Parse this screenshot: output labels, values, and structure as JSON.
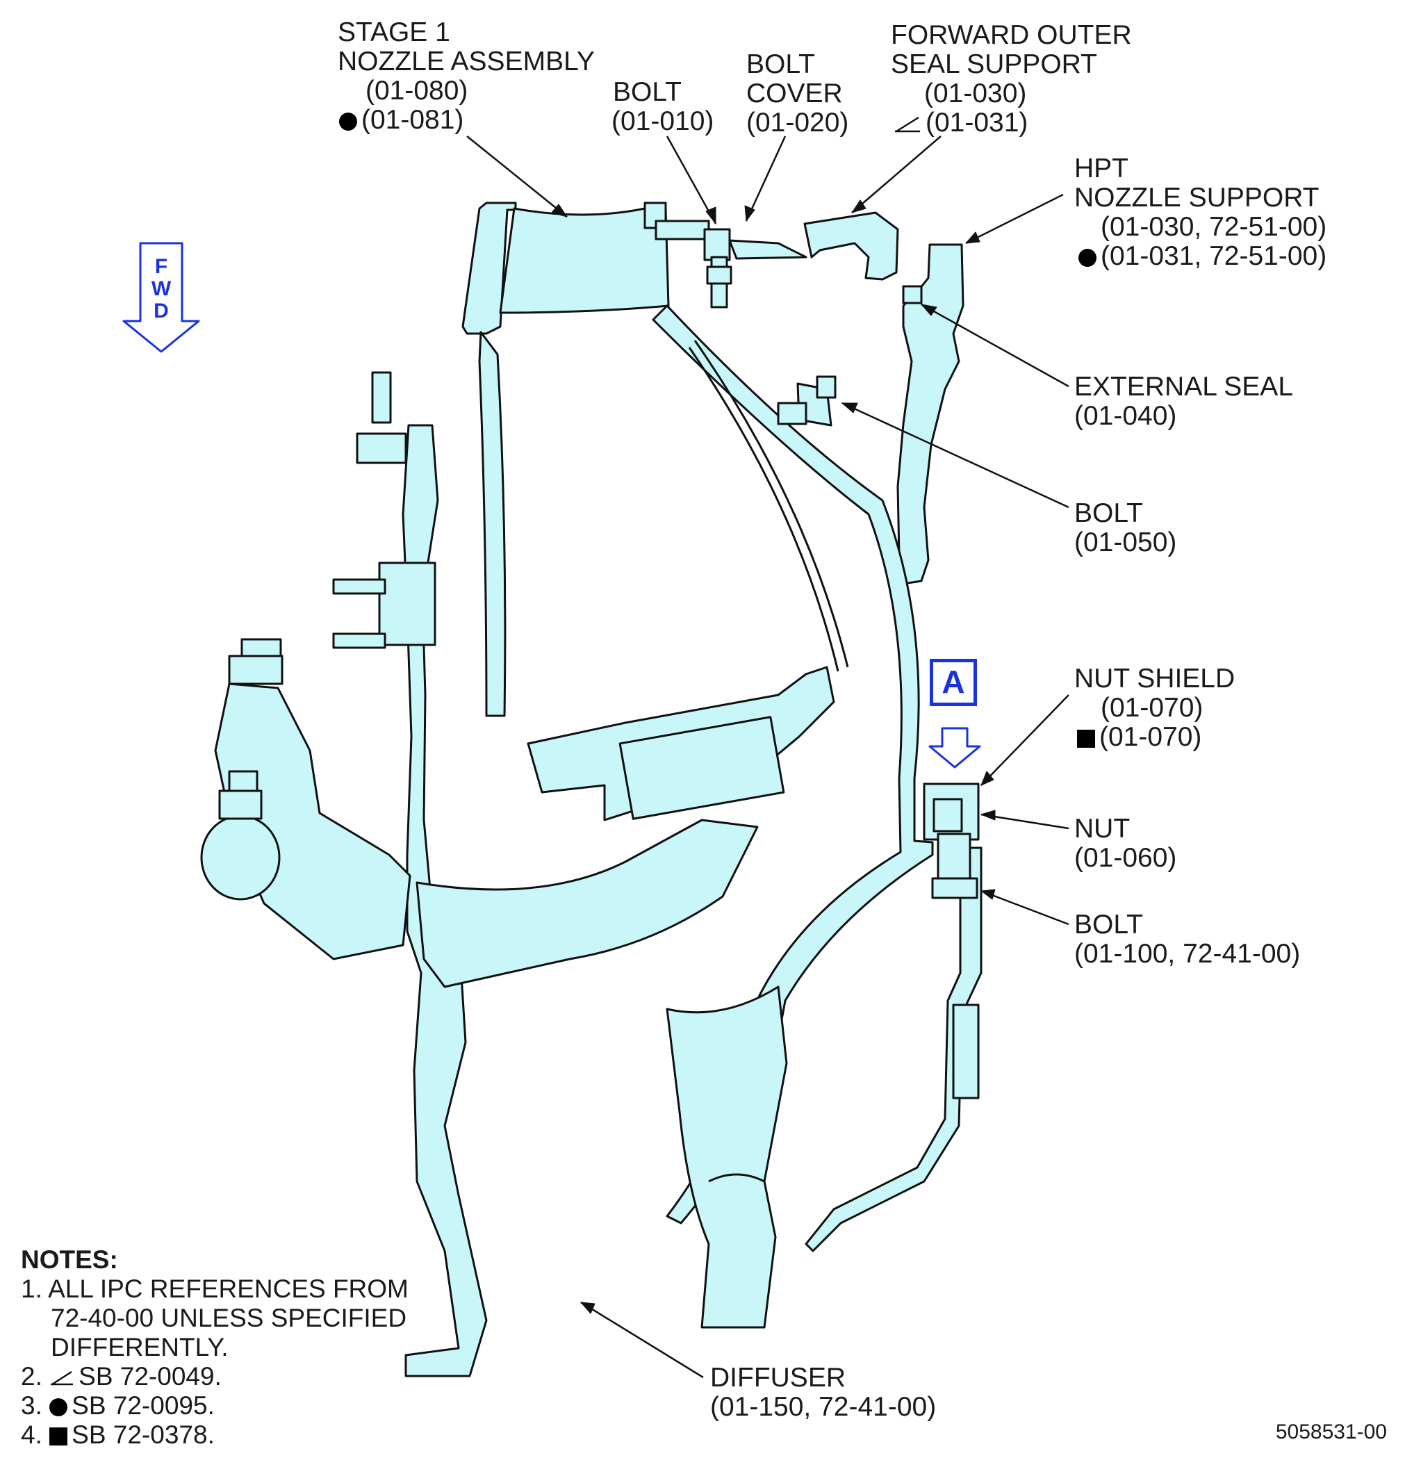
{
  "figure_id": "5058531-00",
  "fwd_arrow": {
    "letters": [
      "F",
      "W",
      "D"
    ],
    "color": "#1a33e0"
  },
  "view_marker": {
    "letter": "A",
    "color": "#1a33e0"
  },
  "part_fill_color": "#c9f7f9",
  "symbols": {
    "circle": "filled-circle-icon",
    "square": "filled-square-icon",
    "triangle": "open-triangle-icon"
  },
  "callouts": {
    "stage1_nozzle": {
      "line1": "STAGE 1",
      "line2": "NOZZLE ASSEMBLY",
      "ref1": "(01-080)",
      "ref2": "(01-081)"
    },
    "bolt_010": {
      "line1": "BOLT",
      "ref1": "(01-010)"
    },
    "bolt_cover": {
      "line1": "BOLT",
      "line2": "COVER",
      "ref1": "(01-020)"
    },
    "fwd_outer_seal": {
      "line1": "FORWARD OUTER",
      "line2": "SEAL SUPPORT",
      "ref1": "(01-030)",
      "ref2": "(01-031)"
    },
    "hpt_nozzle_support": {
      "line1": "HPT",
      "line2": "NOZZLE SUPPORT",
      "ref1": "(01-030, 72-51-00)",
      "ref2": "(01-031, 72-51-00)"
    },
    "external_seal": {
      "line1": "EXTERNAL SEAL",
      "ref1": "(01-040)"
    },
    "bolt_050": {
      "line1": "BOLT",
      "ref1": "(01-050)"
    },
    "nut_shield": {
      "line1": "NUT SHIELD",
      "ref1": "(01-070)",
      "ref2": "(01-070)"
    },
    "nut": {
      "line1": "NUT",
      "ref1": "(01-060)"
    },
    "bolt_100": {
      "line1": "BOLT",
      "ref1": "(01-100, 72-41-00)"
    },
    "diffuser": {
      "line1": "DIFFUSER",
      "ref1": "(01-150, 72-41-00)"
    }
  },
  "notes": {
    "heading": "NOTES:",
    "n1_a": "1. ALL IPC REFERENCES FROM",
    "n1_b": "72-40-00 UNLESS SPECIFIED",
    "n1_c": "DIFFERENTLY.",
    "n2": "SB 72-0049.",
    "n3": "SB 72-0095.",
    "n4": "SB 72-0378.",
    "n2_num": "2.",
    "n3_num": "3.",
    "n4_num": "4."
  }
}
